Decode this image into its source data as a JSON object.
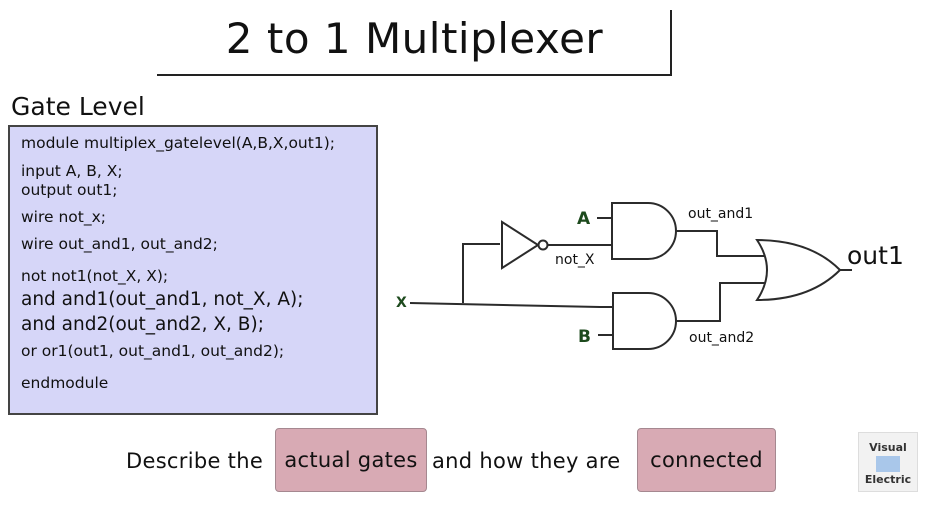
{
  "title": "2 to 1 Multiplexer",
  "section_heading": "Gate Level",
  "code_lines": [
    "module multiplex_gatelevel(A,B,X,out1);",
    "input A, B, X;",
    "output out1;",
    "wire not_x;",
    "wire out_and1, out_and2;",
    "not not1(not_X, X);",
    "and and1(out_and1, not_X, A);",
    "and and2(out_and2, X, B);",
    "or or1(out1, out_and1, out_and2);",
    "endmodule"
  ],
  "diagram": {
    "input_a": "A",
    "input_b": "B",
    "input_x": "X",
    "not_output": "not_X",
    "and1_output": "out_and1",
    "and2_output": "out_and2",
    "output": "out1"
  },
  "caption": {
    "part1": "Describe the",
    "highlight1": "actual gates",
    "part2": "and how they are",
    "highlight2": "connected"
  },
  "logo": {
    "top": "Visual",
    "bottom": "Electric",
    "color": "#a9c7ea"
  },
  "colors": {
    "code_background": "#d6d6f8",
    "highlight": "#d8aab4"
  }
}
